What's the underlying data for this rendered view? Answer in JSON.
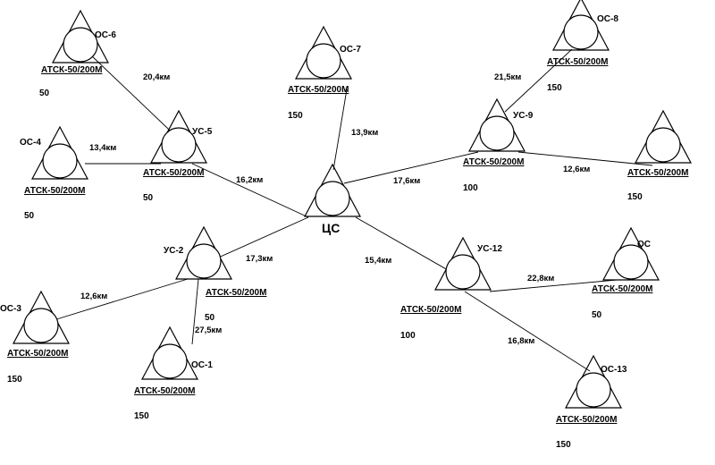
{
  "diagram": {
    "center_label": "ЦС",
    "nodes": [
      {
        "id": "os6",
        "name": "ОС-6",
        "model": "АТСК-50/200М",
        "capacity": "50"
      },
      {
        "id": "us5",
        "name": "УС-5",
        "model": "АТСК-50/200М",
        "capacity": "50"
      },
      {
        "id": "os4",
        "name": "ОС-4",
        "model": "АТСК-50/200М",
        "capacity": "50"
      },
      {
        "id": "os7",
        "name": "ОС-7",
        "model": "АТСК-50/200М",
        "capacity": "150"
      },
      {
        "id": "os8",
        "name": "ОС-8",
        "model": "АТСК-50/200М",
        "capacity": "150"
      },
      {
        "id": "us9",
        "name": "УС-9",
        "model": "АТСК-50/200М",
        "capacity": "100"
      },
      {
        "id": "osr",
        "name": "",
        "model": "АТСК-50/200М",
        "capacity": "150"
      },
      {
        "id": "us2",
        "name": "УС-2",
        "model": "АТСК-50/200М",
        "capacity": "50"
      },
      {
        "id": "os3",
        "name": "ОС-3",
        "model": "АТСК-50/200М",
        "capacity": "150"
      },
      {
        "id": "os1",
        "name": "ОС-1",
        "model": "АТСК-50/200М",
        "capacity": "150"
      },
      {
        "id": "us12",
        "name": "УС-12",
        "model": "АТСК-50/200М",
        "capacity": "100"
      },
      {
        "id": "osr2",
        "name": "ОС",
        "model": "АТСК-50/200М",
        "capacity": "50"
      },
      {
        "id": "os13",
        "name": "ОС-13",
        "model": "АТСК-50/200М",
        "capacity": "150"
      }
    ],
    "links": [
      {
        "id": "l1",
        "from": "os6",
        "to": "us5",
        "distance": "20,4км"
      },
      {
        "id": "l2",
        "from": "os4",
        "to": "us5",
        "distance": "13,4км"
      },
      {
        "id": "l3",
        "from": "us5",
        "to": "cs",
        "distance": "16,2км"
      },
      {
        "id": "l4",
        "from": "os7",
        "to": "cs",
        "distance": "13,9км"
      },
      {
        "id": "l5",
        "from": "os8",
        "to": "us9",
        "distance": "21,5км"
      },
      {
        "id": "l6",
        "from": "us9",
        "to": "cs",
        "distance": "17,6км"
      },
      {
        "id": "l7",
        "from": "us9",
        "to": "osr",
        "distance": "12,6км"
      },
      {
        "id": "l8",
        "from": "us2",
        "to": "cs",
        "distance": "17,3км"
      },
      {
        "id": "l9",
        "from": "os3",
        "to": "us2",
        "distance": "12,6км"
      },
      {
        "id": "l10",
        "from": "os1",
        "to": "us2",
        "distance": "27,5км"
      },
      {
        "id": "l11",
        "from": "us12",
        "to": "cs",
        "distance": "15,4км"
      },
      {
        "id": "l12",
        "from": "us12",
        "to": "osr2",
        "distance": "22,8км"
      },
      {
        "id": "l13",
        "from": "us12",
        "to": "os13",
        "distance": "16,8км"
      }
    ]
  }
}
